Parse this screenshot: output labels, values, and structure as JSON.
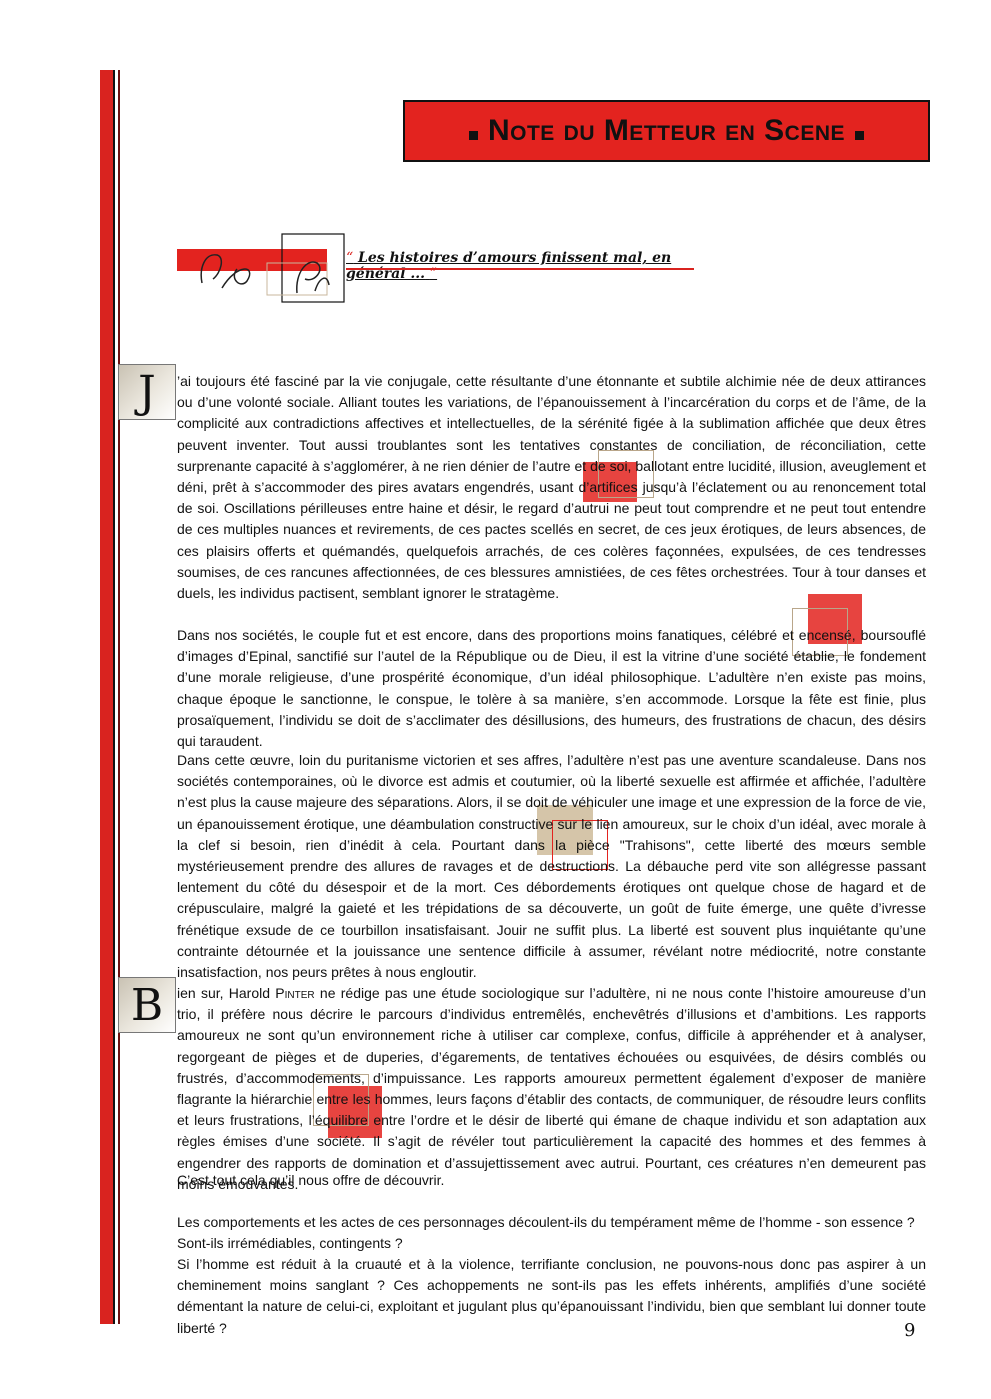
{
  "header": {
    "title": "Note du Metteur en Scene"
  },
  "epigraph": {
    "text": "Les histoires d’amours finissent mal, en général ...",
    "open_quote": "“",
    "close_quote": "”"
  },
  "dropcaps": {
    "first": "J",
    "second": "B"
  },
  "paragraphs": {
    "p1": "’ai toujours été fasciné par la vie conjugale, cette résultante d’une étonnante et subtile alchimie née de deux attirances ou d’une volonté sociale. Alliant toutes les variations, de l’épanouissement à l’incarcération du corps et de l’âme, de la complicité aux contradictions affectives et intellectuelles, de la sérénité figée à la sublimation affichée que deux êtres peuvent inventer. Tout aussi troublantes sont les tentatives constantes de conciliation, de réconciliation, cette surprenante capacité à s’agglomérer, à ne rien dénier de l’autre et de soi, ballotant entre lucidité, illusion, aveuglement et déni, prêt à s’accommoder des pires avatars engendrés, usant d’artifices jusqu’à l’éclatement ou au renoncement total de soi. Oscillations périlleuses entre haine et désir, le regard d’autrui ne peut tout comprendre et ne peut tout entendre de ces multiples nuances et revirements, de ces pactes scellés en secret, de ces jeux érotiques, de leurs absences, de ces plaisirs offerts et quémandés, quelquefois arrachés, de ces colères façonnées, expulsées, de ces tendresses soumises, de ces rancunes affectionnées, de ces blessures amnistiées, de ces fêtes orchestrées. Tour à tour danses et duels, les individus pactisent, semblant ignorer le stratagème.",
    "p2": "Dans nos sociétés, le couple fut et est encore, dans des proportions moins fanatiques, célébré et encensé, boursouflé d’images d’Epinal, sanctifié sur l’autel de la République ou de Dieu, il est la vitrine d’une société établie, le fondement d’une morale religieuse, d’une prospérité économique, d’un idéal philosophique. L’adultère n’en existe pas moins, chaque époque le sanctionne, le conspue, le tolère à sa manière, s’en accommode. Lorsque la fête est finie, plus prosaïquement, l’individu se doit de s’acclimater des désillusions, des humeurs, des frustrations de chacun, des désirs qui taraudent.",
    "p3": "Dans cette œuvre, loin du puritanisme victorien et ses affres, l’adultère n’est pas une aventure scandaleuse. Dans nos sociétés contemporaines, où le divorce est admis et coutumier, où la liberté sexuelle est affirmée et affichée, l’adultère n’est plus la cause majeure des séparations. Alors, il se doit de véhiculer une image et une expression de la force de vie, un épanouissement érotique, une déambulation constructive sur le lien amoureux, sur le choix d’un idéal, avec morale à la clef si besoin, rien d’inédit à cela. Pourtant dans la pièce \"Trahisons\", cette liberté des mœurs semble mystérieusement prendre des allures de ravages et de destructions. La débauche perd vite son allégresse passant lentement du côté du désespoir et de la mort. Ces débordements érotiques ont quelque chose de hagard et de crépusculaire, malgré la gaieté et les trépidations de sa découverte, un goût de fuite émerge, une quête d’ivresse frénétique exsude de ce tourbillon insatisfaisant. Jouir ne suffit plus. La liberté est souvent plus inquiétante qu’une contrainte détournée et la jouissance une sentence difficile à assumer, révélant notre médiocrité, notre constante insatisfaction, nos peurs prêtes à nous engloutir.",
    "p4a": "ien sur, Harold ",
    "p4_name": "Pinter",
    "p4b": " ne rédige pas une étude sociologique sur l’adultère, ni ne nous conte l’histoire amoureuse d’un trio, il préfère nous décrire le parcours d’individus entremêlés, enchevêtrés d’illusions et d’ambitions. Les rapports amoureux ne sont qu’un environnement riche à utiliser car complexe, confus, difficile à appréhender et à analyser, regorgeant de pièges et de duperies, d’égarements, de tentatives échouées ou esquivées, de désirs comblés ou frustrés, d’accommodements, d’impuissance. Les rapports amoureux permettent également d’exposer de manière flagrante la hiérarchie entre les hommes, leurs façons d’établir des contacts, de communiquer, de résoudre leurs conflits et leurs frustrations, l’équilibre entre l’ordre et le désir de liberté qui émane de chaque individu et son adaptation aux règles émises d’une société. Il s’agit de révéler tout particulièrement la capacité des hommes et des femmes à engendrer des rapports de domination et d’assujettissement avec autrui. Pourtant, ces créatures n’en demeurent pas moins émouvantes.",
    "p5": "C’est tout cela qu’il nous offre de découvrir.",
    "p6a": "Les comportements et les actes de ces personnages découlent-ils du tempérament même de l’homme - son essence ?",
    "p6b": "Sont-ils irrémédiables, contingents ?",
    "p7": "Si l’homme est réduit à la cruauté et à la violence, terrifiante conclusion, ne pouvons-nous donc pas aspirer à un cheminement moins sanglant ? Ces achoppements ne sont-ils pas les effets inhérents, amplifiés d’une société démentant la nature de celui-ci, exploitant et jugulant plus qu’épanouissant l’individu, bien que semblant lui donner toute liberté ?"
  },
  "footer": {
    "page_number": "9"
  },
  "colors": {
    "accent": "#e3231f",
    "text": "#111111",
    "beige": "#c7b18c"
  }
}
